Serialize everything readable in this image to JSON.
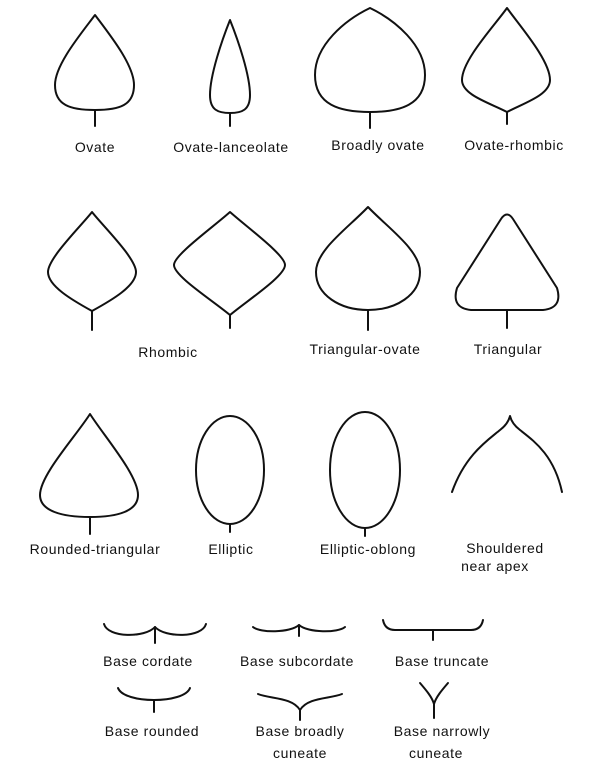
{
  "labels": {
    "ovate": "Ovate",
    "ovate_lanceolate": "Ovate-lanceolate",
    "broadly_ovate": "Broadly ovate",
    "ovate_rhombic": "Ovate-rhombic",
    "rhombic": "Rhombic",
    "triangular_ovate": "Triangular-ovate",
    "triangular": "Triangular",
    "rounded_triangular": "Rounded-triangular",
    "elliptic": "Elliptic",
    "elliptic_oblong": "Elliptic-oblong",
    "shouldered_line1": "Shouldered",
    "shouldered_line2": "near apex",
    "base_cordate": "Base cordate",
    "base_subcordate": "Base subcordate",
    "base_truncate": "Base truncate",
    "base_rounded": "Base rounded",
    "base_broadly_line1": "Base broadly",
    "base_broadly_line2": "cuneate",
    "base_narrowly_line1": "Base narrowly",
    "base_narrowly_line2": "cuneate"
  },
  "colors": {
    "stroke": "#111111",
    "background": "#ffffff"
  }
}
